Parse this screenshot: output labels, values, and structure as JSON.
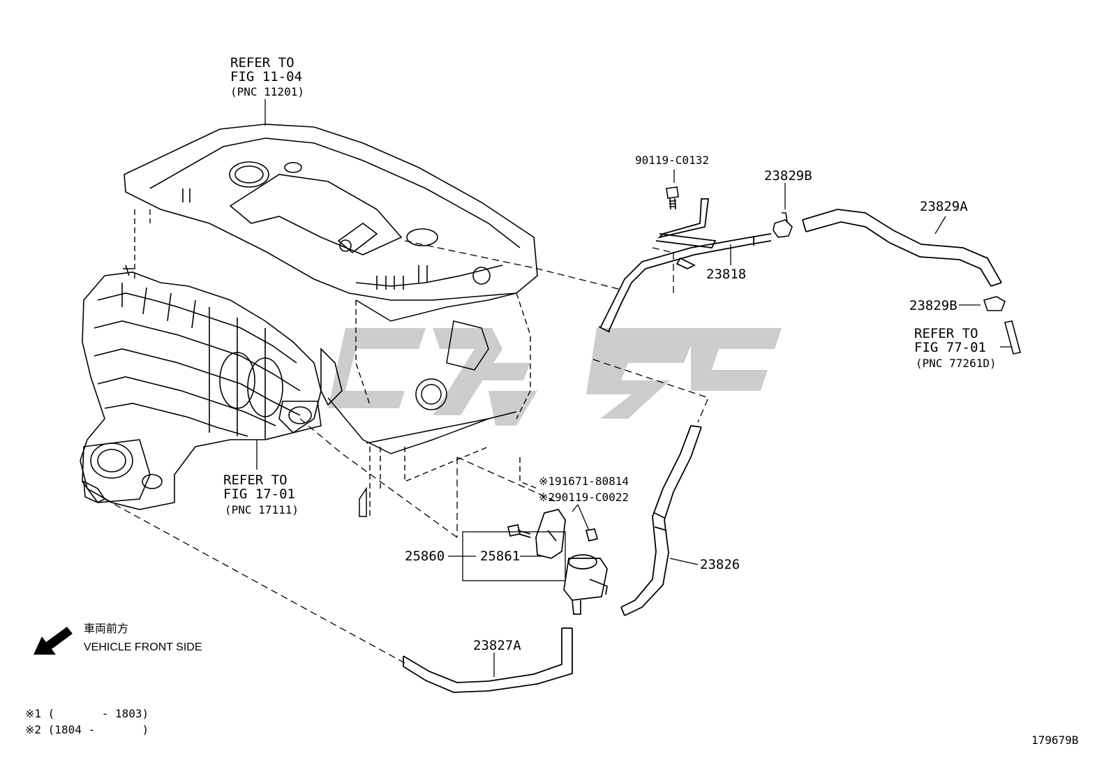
{
  "parts": {
    "p90119_c0132": "90119-C0132",
    "p23829b_top": "23829B",
    "p23829a": "23829A",
    "p23818": "23818",
    "p23829b_right": "23829B",
    "p91671": "※191671-80814",
    "p90119_c0022": "※290119-C0022",
    "p25860": "25860",
    "p25861": "25861",
    "p23826": "23826",
    "p23827a": "23827A"
  },
  "refs": {
    "fig1104": [
      "REFER TO",
      "FIG 11-04",
      "(PNC 11201)"
    ],
    "fig1701": [
      "REFER TO",
      "FIG 17-01",
      "(PNC 17111)"
    ],
    "fig7701": [
      "REFER TO",
      "FIG 77-01",
      "(PNC 77261D)"
    ]
  },
  "direction": {
    "jp": "車両前方",
    "en": "VEHICLE FRONT SIDE",
    "icon": "front-arrow-icon"
  },
  "footnotes": {
    "n1": "※1 (       - 1803)",
    "n2": "※2 (1804 -       )"
  },
  "figure_id": "179679B",
  "watermark": {
    "color": "#c8c8c8"
  }
}
